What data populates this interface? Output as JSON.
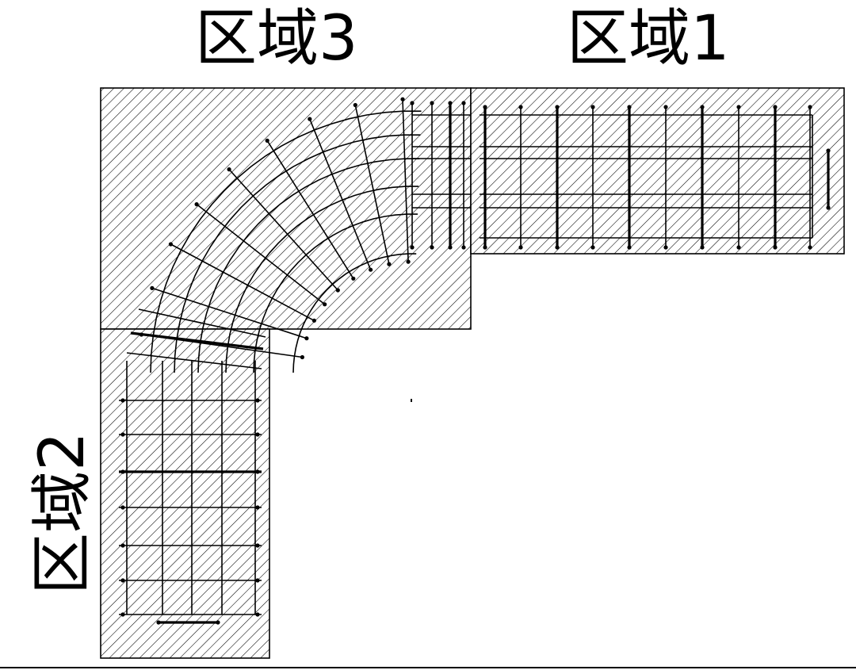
{
  "diagram": {
    "regions": [
      {
        "id": "region-1",
        "label": "区域1"
      },
      {
        "id": "region-2",
        "label": "区域2"
      },
      {
        "id": "region-3",
        "label": "区域3"
      }
    ],
    "colors": {
      "line": "#000000",
      "hatch": "#000000",
      "background": "#ffffff"
    }
  }
}
